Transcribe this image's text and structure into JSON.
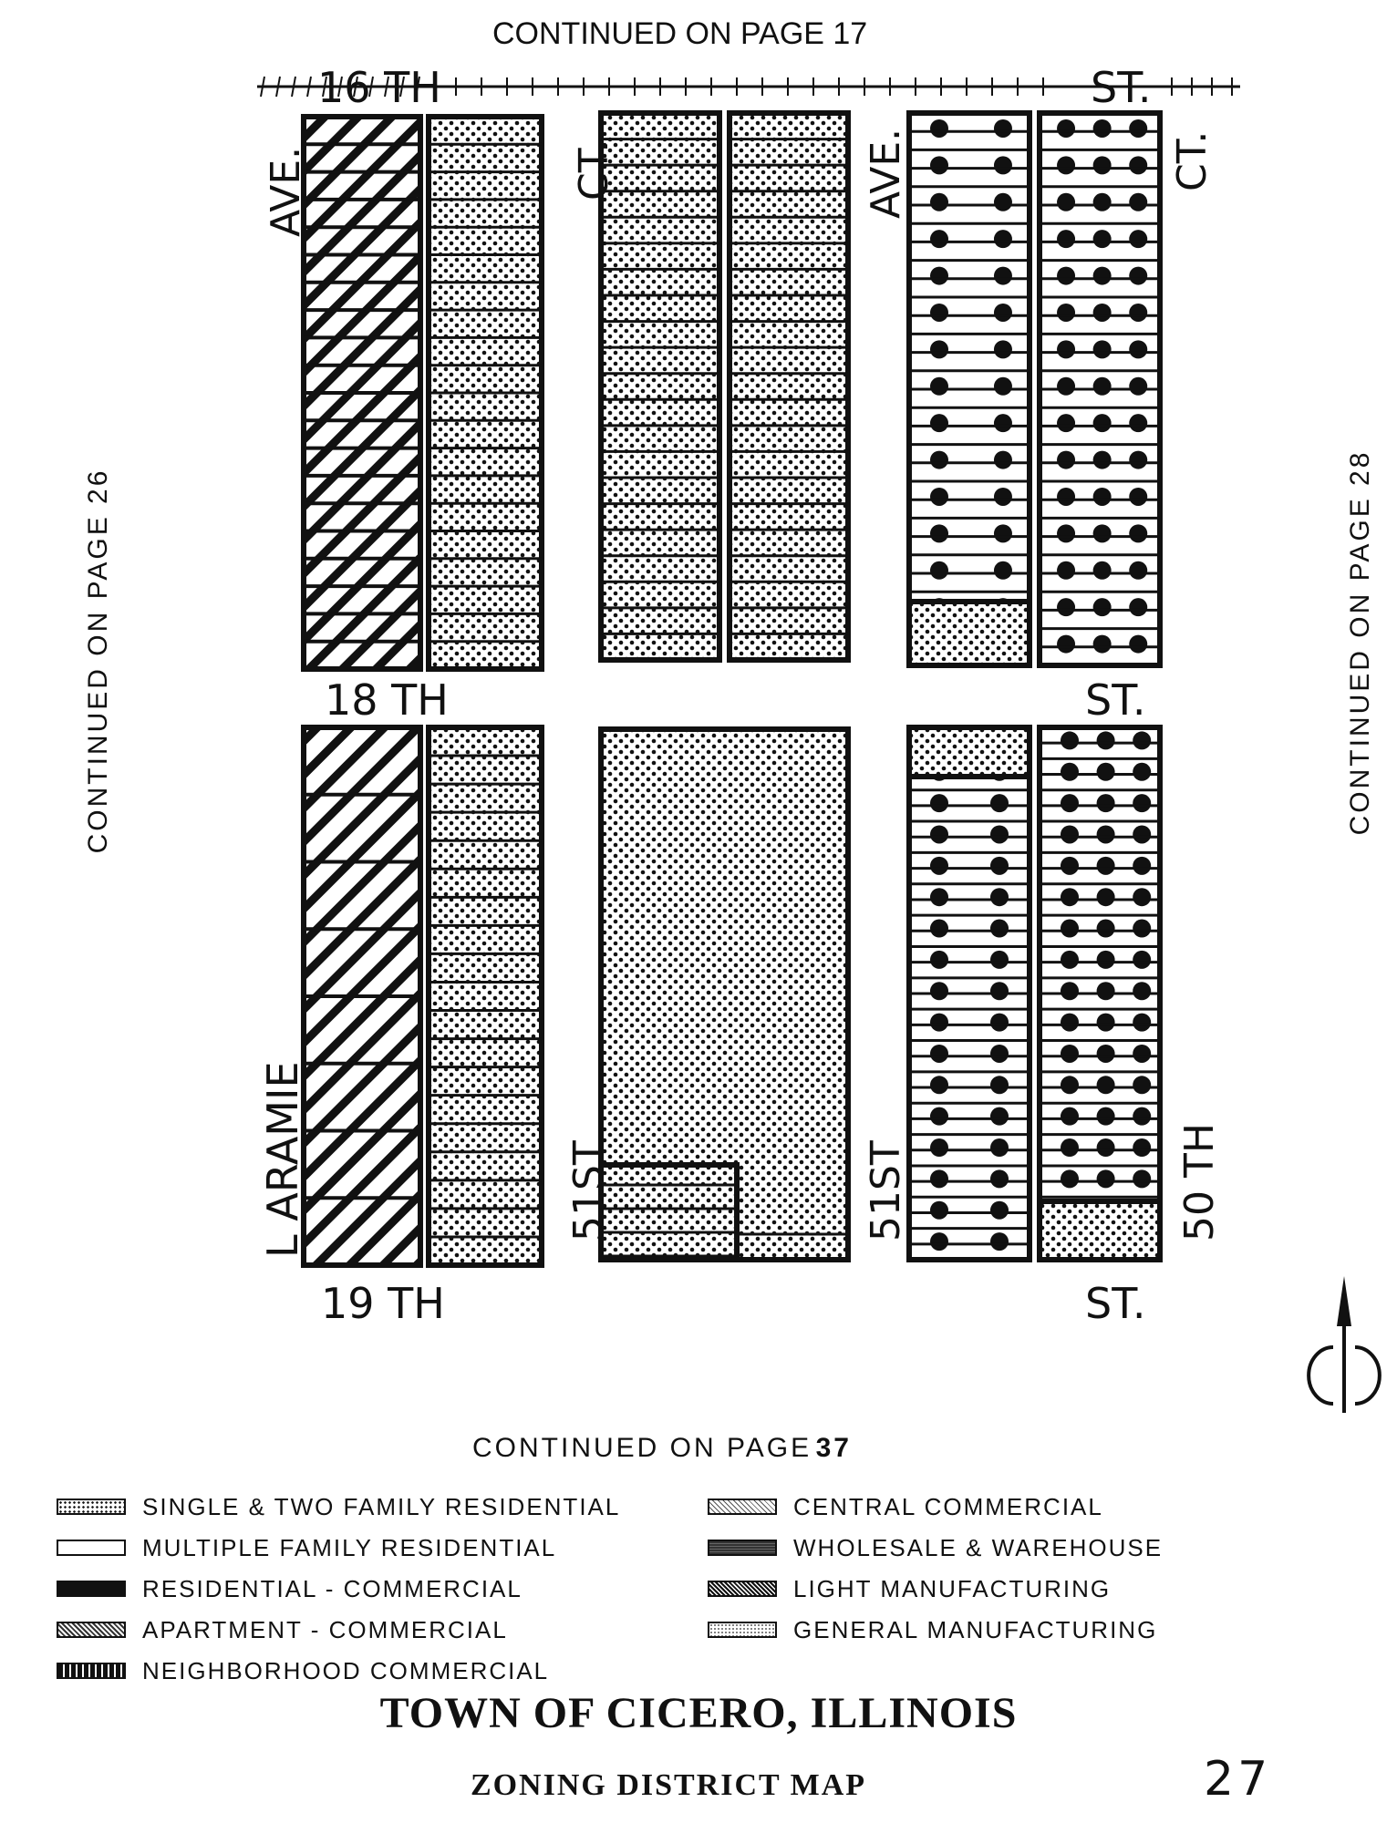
{
  "continued": {
    "top": "CONTINUED ON PAGE  17",
    "left": "CONTINUED  ON  PAGE  26",
    "right": "CONTINUED  ON  PAGE  28",
    "bottom": "CONTINUED  ON  PAGE"
  },
  "bottom_page_number": "37",
  "streets": {
    "sixteenth": "16 TH",
    "eighteenth": "18 TH",
    "nineteenth": "19 TH",
    "st_top": "ST.",
    "st_mid": "ST.",
    "st_bottom": "ST.",
    "ave_left": "AVE.",
    "ct_left": "CT.",
    "ave_right": "AVE.",
    "ct_right": "CT.",
    "laramie": "L ARAMIE",
    "fifty_first_a": "51ST",
    "fifty_first_b": "51ST",
    "fiftieth": "50 TH"
  },
  "legend": {
    "col1": [
      {
        "label": "SINGLE  &  TWO  FAMILY  RESIDENTIAL",
        "swatch": "dots-fine"
      },
      {
        "label": "MULTIPLE  FAMILY  RESIDENTIAL",
        "swatch": "blank"
      },
      {
        "label": "RESIDENTIAL  -  COMMERCIAL",
        "swatch": "solid"
      },
      {
        "label": "APARTMENT  -  COMMERCIAL",
        "swatch": "diag-dense"
      },
      {
        "label": "NEIGHBORHOOD  COMMERCIAL",
        "swatch": "neighborhood"
      }
    ],
    "col2": [
      {
        "label": "CENTRAL  COMMERCIAL",
        "swatch": "diag-light"
      },
      {
        "label": "WHOLESALE  &  WAREHOUSE",
        "swatch": "dark-grid"
      },
      {
        "label": "LIGHT  MANUFACTURING",
        "swatch": "diag-dark"
      },
      {
        "label": "GENERAL  MANUFACTURING",
        "swatch": "dots-light"
      }
    ]
  },
  "title": "TOWN  OF  CICERO, ILLINOIS",
  "subtitle": "ZONING  DISTRICT  MAP",
  "page_number": "27",
  "colors": {
    "ink": "#111111",
    "paper": "#ffffff"
  }
}
